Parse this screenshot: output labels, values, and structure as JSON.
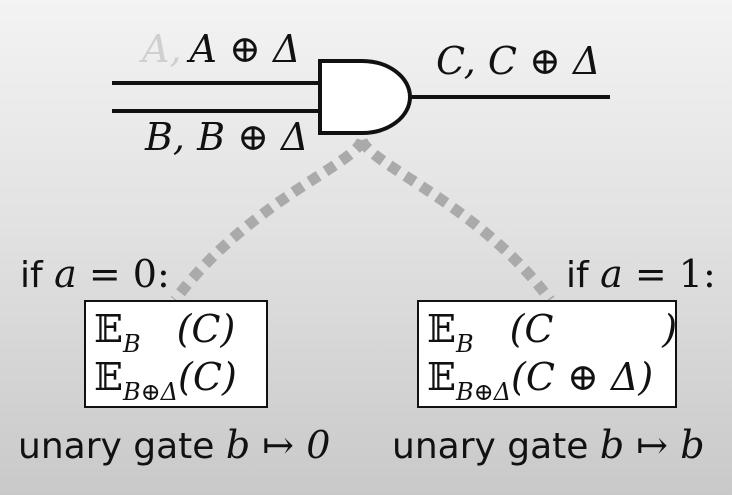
{
  "gate": {
    "in_a_faded": "A,",
    "in_a": "A ⊕ Δ",
    "in_b": "B, B ⊕ Δ",
    "out_c": "C, C ⊕ Δ"
  },
  "left": {
    "condition": "if a = 0:",
    "cond_prefix": "if ",
    "cond_var": "a",
    "cond_rest": " = 0:",
    "row1_E": "𝔼",
    "row1_sub": "B",
    "row1_arg": "(C)",
    "row2_E": "𝔼",
    "row2_sub": "B⊕Δ",
    "row2_arg": "(C)",
    "caption_text": "unary gate ",
    "caption_math": "b ↦ 0"
  },
  "right": {
    "cond_prefix": "if ",
    "cond_var": "a",
    "cond_rest": " = 1:",
    "row1_E": "𝔼",
    "row1_sub": "B",
    "row1_arg": "(C         )",
    "row2_E": "𝔼",
    "row2_sub": "B⊕Δ",
    "row2_arg": "(C ⊕ Δ)",
    "caption_text": "unary gate ",
    "caption_math": "b ↦ b"
  },
  "colors": {
    "wire": "#111111",
    "dots": "#aaaaaa",
    "faded_text": "#cfcfcf"
  }
}
